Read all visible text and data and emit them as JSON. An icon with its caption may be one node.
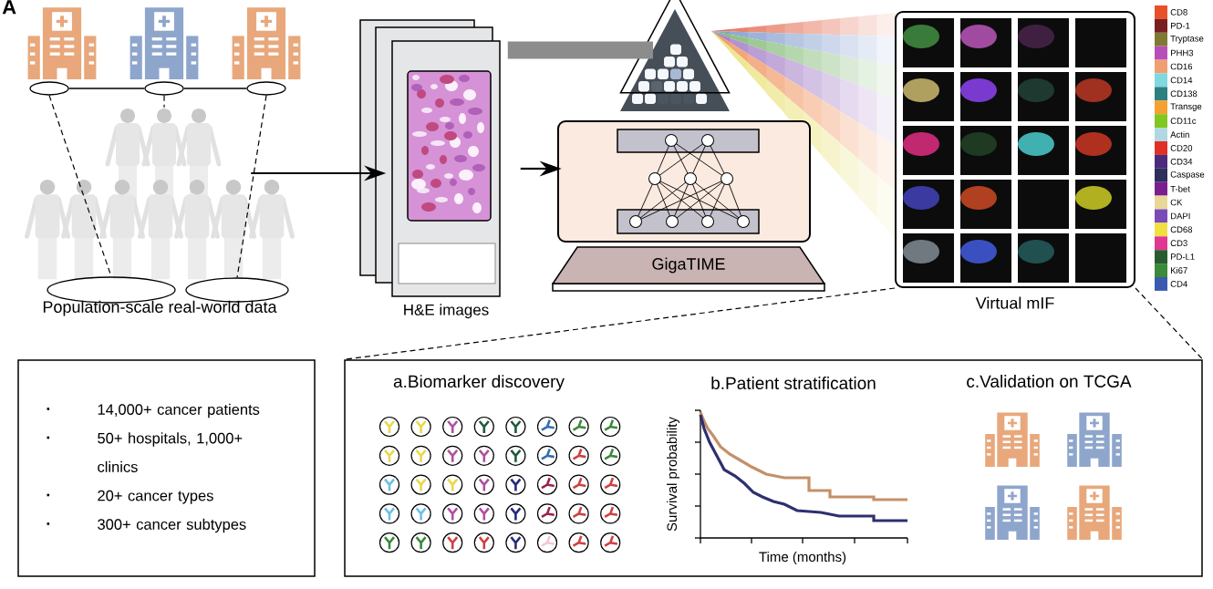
{
  "diagram": {
    "nodes": [
      {
        "text": [
          "Population-scale real-world data"
        ]
      },
      {
        "text": [],
        "shape": "ellipse"
      },
      {
        "text": [],
        "shape": "ellipse"
      },
      {
        "text": [],
        "shape": "ellipse"
      },
      {
        "text": [],
        "shape": "ellipse",
        "in": 0
      },
      {
        "text": [],
        "shape": "ellipse",
        "in": 0
      },
      {
        "text": [
          "H&E images"
        ]
      },
      {
        "text": [],
        "shape": "triangle"
      },
      {
        "text": [
          "GigaTIME"
        ]
      },
      {
        "text": [
          "Virtual mIF"
        ]
      },
      {
        "text": [
          "14,000+ cancer patients",
          "50+ hospitals, 1,000+ clinics",
          "20+ cancer types",
          "300+ cancer subtypes"
        ]
      },
      {
        "text": [
          "a.Biomarker discovery",
          "b.Patient stratification",
          "c.Validation on TCGA"
        ]
      }
    ],
    "edges": [
      {
        "from": 1,
        "to": 2,
        "arrow": "none"
      },
      {
        "from": 2,
        "to": 3,
        "arrow": "none"
      },
      {
        "from": 1,
        "to": 4,
        "arrow": "none",
        "style": "dashed"
      },
      {
        "from": 3,
        "to": 5,
        "arrow": "none",
        "style": "dashed"
      },
      {
        "from": 2,
        "to": 0,
        "arrow": "none",
        "style": "dashed"
      },
      {
        "from": 0,
        "to": 6,
        "arrow": "to"
      },
      {
        "from": 6,
        "to": 7,
        "arrow": "none",
        "style": "thick",
        "color": "#8c8c8c"
      },
      {
        "from": 6,
        "to": 8,
        "arrow": "to"
      },
      {
        "from": 9,
        "to": 11,
        "arrow": "none",
        "style": "dashed"
      },
      {
        "from": 9,
        "to": 11,
        "arrow": "none",
        "style": "dashed"
      }
    ],
    "labels": [
      "A",
      "Survival probability",
      "Time (months)"
    ],
    "legend": [
      {
        "text": "CD8",
        "color": "#e8502a"
      },
      {
        "text": "PD-1",
        "color": "#7a1f1f"
      },
      {
        "text": "Tryptase",
        "color": "#7f7a33"
      },
      {
        "text": "PHH3",
        "color": "#b84fb8"
      },
      {
        "text": "CD16",
        "color": "#f0a070"
      },
      {
        "text": "CD14",
        "color": "#80d8e0"
      },
      {
        "text": "CD138",
        "color": "#2e7f80"
      },
      {
        "text": "Transge",
        "color": "#f5a030"
      },
      {
        "text": "CD11c",
        "color": "#80c820"
      },
      {
        "text": "Actin",
        "color": "#b0d8e0"
      },
      {
        "text": "CD20",
        "color": "#e03028"
      },
      {
        "text": "CD34",
        "color": "#4a2a7a"
      },
      {
        "text": "Caspase",
        "color": "#2e2e5a"
      },
      {
        "text": "T-bet",
        "color": "#7a1f8f"
      },
      {
        "text": "CK",
        "color": "#e8d898"
      },
      {
        "text": "DAPI",
        "color": "#7a4ab8"
      },
      {
        "text": "CD68",
        "color": "#f0e040"
      },
      {
        "text": "CD3",
        "color": "#e03890"
      },
      {
        "text": "PD-L1",
        "color": "#2a5a30"
      },
      {
        "text": "Ki67",
        "color": "#3a8a3a"
      },
      {
        "text": "CD4",
        "color": "#3a5ab0"
      }
    ]
  }
}
